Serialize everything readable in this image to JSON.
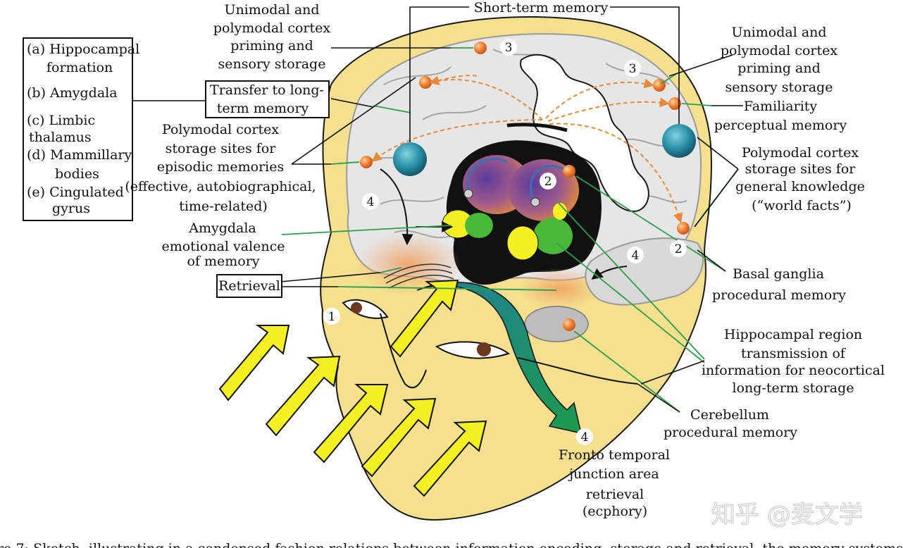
{
  "legend": {
    "items": [
      "(a) Hippocampal",
      "formation",
      "(b) Amygdala",
      "(c) Limbic",
      "thalamus",
      "(d) Mammillary",
      "bodies",
      "(e) Cingulated",
      "gyrus"
    ]
  },
  "labels": {
    "stm": "Short-term memory",
    "uni_left": [
      "Unimodal and",
      "polymodal cortex",
      "priming and",
      "sensory storage"
    ],
    "uni_right": [
      "Unimodal and",
      "polymodal cortex",
      "priming and",
      "sensory storage"
    ],
    "transfer": [
      "Transfer to long-",
      "term memory"
    ],
    "episodic": [
      "Polymodal cortex",
      "storage sites for",
      "episodic memories",
      "(effective, autobiographical,",
      "time-related)"
    ],
    "familiarity": [
      "Familiarity",
      "perceptual memory"
    ],
    "general": [
      "Polymodal cortex",
      "storage sites for",
      "general knowledge",
      "(“world facts”)"
    ],
    "amygdala": [
      "Amygdala",
      "emotional valence",
      "of memory"
    ],
    "retrieval": "Retrieval",
    "basal": [
      "Basal ganglia",
      "procedural memory"
    ],
    "hippo": [
      "Hippocampal region",
      "transmission of",
      "information for neocortical",
      "long-term storage"
    ],
    "cerebellum": [
      "Cerebellum",
      "procedural memory"
    ],
    "fronto": [
      "Fronto temporal",
      "junction area",
      "retrieval",
      "(ecphory)"
    ]
  },
  "numbers": [
    "3",
    "3",
    "2",
    "4",
    "4",
    "2",
    "1",
    "4"
  ],
  "watermark": "知乎 @麦文学",
  "caption": "re 7: Sketch, illustrating in a condensed fashion relations between information encoding, storage and retrieval, the memory systems",
  "colors": {
    "skin": "#f4e08e",
    "skin_outline": "#1a1a1a",
    "brain": "#e6e6e6",
    "dot": "#f07e2a",
    "arrow_dashed": "#e68a3a",
    "leader": "#2e9d4a",
    "yellow_arrow": "#f5f024",
    "teal_arrow": "#1f7f9a",
    "teal_node": "#2a8fa6"
  }
}
